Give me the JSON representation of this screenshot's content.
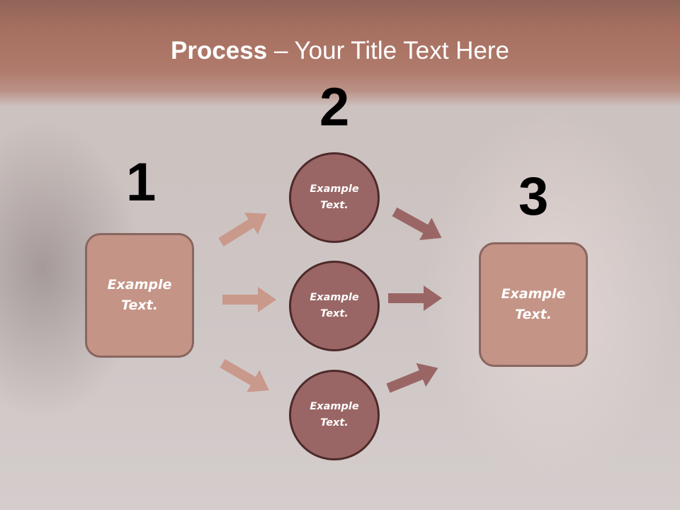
{
  "slide": {
    "title_bold": "Process",
    "title_rest": " – Your Title Text Here"
  },
  "steps": [
    {
      "number": "1",
      "label": "Example Text."
    },
    {
      "number": "2",
      "label": "Example Text."
    },
    {
      "number": "3",
      "label": "Example Text."
    }
  ],
  "circles": [
    {
      "line1": "Example",
      "line2": "Text."
    },
    {
      "line1": "Example",
      "line2": "Text."
    },
    {
      "line1": "Example",
      "line2": "Text."
    }
  ],
  "boxes": [
    {
      "line1": "Example",
      "line2": "Text."
    },
    {
      "line1": "Example",
      "line2": "Text."
    }
  ],
  "colors": {
    "header_band": "#a66f60",
    "box_fill": "#c49486",
    "box_border": "#8a6660",
    "circle_fill": "#9a6665",
    "circle_border": "#4e2a2a",
    "arrow_left": "#c9998b",
    "arrow_right": "#9a6665"
  }
}
